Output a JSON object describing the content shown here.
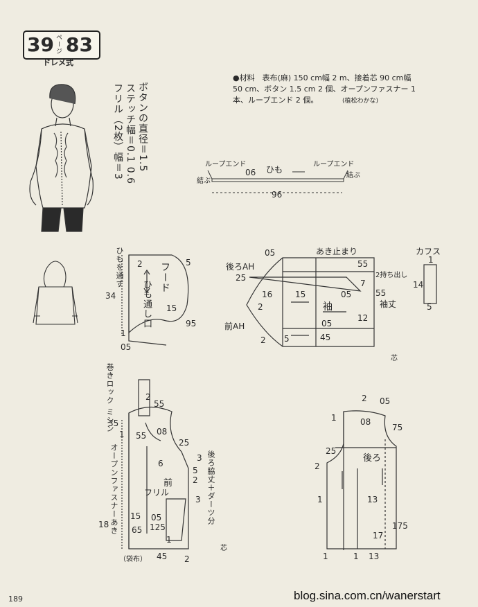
{
  "header": {
    "page_ref": "39",
    "page_suffix": "ページ",
    "item_no": "83",
    "style_label": "ドレメ式"
  },
  "notes_vertical": [
    "ボタンの直径＝1.5",
    "ステッチ幅＝0.1 0.6",
    "フリル（2枚）幅＝3"
  ],
  "materials": {
    "line1": "●材料　表布(麻) 150 cm幅 2 m、接着芯 90 cm幅",
    "line2": "50 cm、ボタン 1.5 cm 2 個、オープンファスナー 1",
    "line3": "本、ループエンド 2 個。",
    "credit": "(植松わかな)"
  },
  "cord": {
    "loop_end_left": "ループエンド",
    "loop_end_right": "ループエンド",
    "tie_left": "結ぶ",
    "tie_right": "結ぶ",
    "label": "ひも",
    "width": "06",
    "length": "96"
  },
  "hood": {
    "name": "フード",
    "channel": "ひも通し口",
    "side_label": "ひもを通す",
    "dims": [
      "2",
      "5",
      "34",
      "15",
      "95",
      "1",
      "05"
    ]
  },
  "sleeve": {
    "name": "袖",
    "back_ah": "後ろAH",
    "front_ah": "前AH",
    "slit": "あき止まり",
    "allowance": "2持ち出し",
    "sleeve_length": "袖丈",
    "dims": [
      "05",
      "55",
      "25",
      "7",
      "16",
      "15",
      "55",
      "2",
      "12",
      "05",
      "45",
      "2",
      "5",
      "05"
    ]
  },
  "cuff": {
    "name": "カフス",
    "dims": [
      "1",
      "14",
      "5"
    ]
  },
  "front": {
    "name": "前",
    "frill": "フリル",
    "overlock": "巻きロック ミシン",
    "zipper": "オープンファスナーあき",
    "pocket": "（袋布）",
    "side_note": "後ろ脇丈＋ダーツ分",
    "dims": [
      "2",
      "55",
      "35",
      "1",
      "55",
      "08",
      "25",
      "6",
      "3",
      "5",
      "2",
      "18",
      "45",
      "2",
      "15",
      "05",
      "65",
      "125",
      "1",
      "3"
    ]
  },
  "back": {
    "name": "後ろ",
    "dims": [
      "2",
      "05",
      "08",
      "75",
      "25",
      "2",
      "1",
      "13",
      "175",
      "17",
      "1",
      "13",
      "1",
      "1"
    ]
  },
  "grain_mark": "芯",
  "page_number": "189",
  "watermark": "blog.sina.com.cn/wanerstart"
}
